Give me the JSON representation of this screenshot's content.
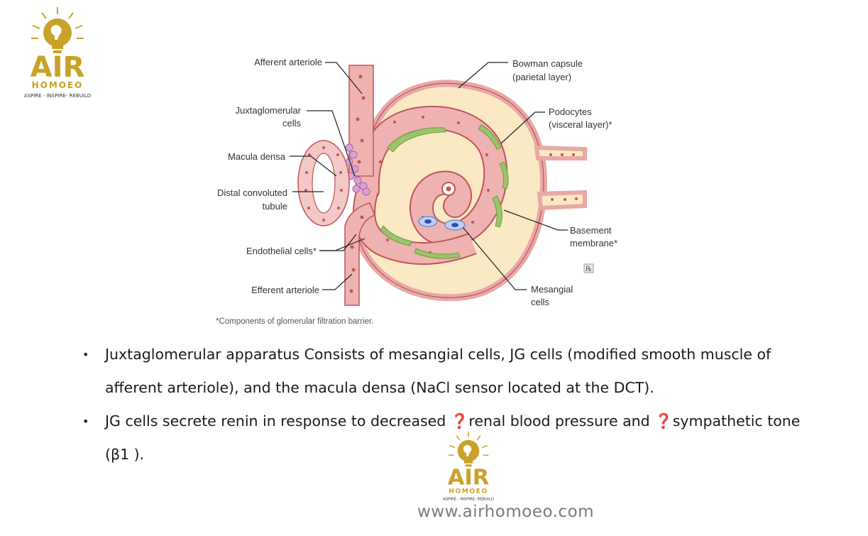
{
  "logo": {
    "name": "AIR",
    "subname": "HOMOEO",
    "tagline": "ASPIRE - INSPIRE- REBUILD"
  },
  "diagram": {
    "labels": {
      "afferent": "Afferent arteriole",
      "jg_line1": "Juxtaglomerular",
      "jg_line2": "cells",
      "macula": "Macula densa",
      "dct_line1": "Distal convoluted",
      "dct_line2": "tubule",
      "endothelial": "Endothelial cells*",
      "efferent": "Efferent arteriole",
      "bowman_line1": "Bowman capsule",
      "bowman_line2": "(parietal layer)",
      "podocytes_line1": "Podocytes",
      "podocytes_line2": "(visceral layer)*",
      "basement_line1": "Basement",
      "basement_line2": "membrane*",
      "mesangial_line1": "Mesangial",
      "mesangial_line2": "cells"
    },
    "footnote": "*Components of glomerular filtration barrier.",
    "badge": "℞"
  },
  "bullets": [
    {
      "line1": "Juxtaglomerular apparatus Consists of mesangial cells, JG cells (modified smooth muscle of",
      "line2": "afferent arteriole), and the macula densa (NaCl sensor located at the DCT)."
    },
    {
      "line1": "JG cells secrete renin in response to decreased ❓renal blood pressure and ❓sympathetic tone",
      "line2": "(β1 )."
    }
  ],
  "bullet_symbol": "•",
  "website": "www.airhomoeo.com",
  "colors": {
    "gold": "#c9a227",
    "vessel": "#e8a9a6",
    "vessel_edge": "#c0535a",
    "capsule_fill": "#fbe9c4",
    "podocyte": "#9cc46a",
    "mesangial": "#6d8fd8"
  }
}
